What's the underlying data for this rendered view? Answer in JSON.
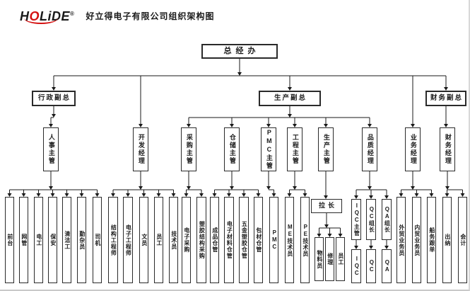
{
  "header": {
    "logo_prefix": "H",
    "logo_o": "O",
    "logo_suffix": "LiDE",
    "logo_reg": "®",
    "title": "好立得电子有限公司组织架构图",
    "accent_color": "#d41111"
  },
  "chart": {
    "nodes": [
      {
        "id": "zjb",
        "label": "总经办",
        "level": 1
      },
      {
        "id": "xzfz",
        "label": "行政副总",
        "level": 2
      },
      {
        "id": "scfz",
        "label": "生产副总",
        "level": 2
      },
      {
        "id": "cwfz",
        "label": "财务副总",
        "level": 2
      },
      {
        "id": "rszg",
        "label": "人事主管",
        "level": 3
      },
      {
        "id": "kfjl",
        "label": "开发经理",
        "level": 3
      },
      {
        "id": "cgzg",
        "label": "采购主管",
        "level": 3
      },
      {
        "id": "czzg",
        "label": "仓储主管",
        "level": 3
      },
      {
        "id": "pmczg",
        "label": "PMC主管",
        "level": 3
      },
      {
        "id": "gczg",
        "label": "工程主管",
        "level": 3
      },
      {
        "id": "sczg",
        "label": "生产主管",
        "level": 3
      },
      {
        "id": "pzjl",
        "label": "品质经理",
        "level": 3
      },
      {
        "id": "ywjl",
        "label": "业务经理",
        "level": 3
      },
      {
        "id": "cwjl",
        "label": "财务经理",
        "level": 3
      },
      {
        "id": "qiantai",
        "label": "前台",
        "level": 4
      },
      {
        "id": "wangguan",
        "label": "网管",
        "level": 4
      },
      {
        "id": "diangong",
        "label": "电工",
        "level": 4
      },
      {
        "id": "baoan",
        "label": "保安",
        "level": 4
      },
      {
        "id": "qingjiegong",
        "label": "清洁工",
        "level": 4
      },
      {
        "id": "qinzayuan",
        "label": "勤杂员",
        "level": 4
      },
      {
        "id": "siji",
        "label": "司机",
        "level": 4
      },
      {
        "id": "jggcs",
        "label": "结构工程师",
        "level": 4
      },
      {
        "id": "dzgcs",
        "label": "电子工程师",
        "level": 4
      },
      {
        "id": "wenyuan",
        "label": "文员",
        "level": 4
      },
      {
        "id": "yuangong1",
        "label": "员工",
        "level": 4
      },
      {
        "id": "jishuyuan",
        "label": "技术员",
        "level": 4
      },
      {
        "id": "dzcg",
        "label": "电子采购",
        "level": 4
      },
      {
        "id": "sjjgcg",
        "label": "塑胶结构采购",
        "level": 4
      },
      {
        "id": "cpcg",
        "label": "成品仓管",
        "level": 4
      },
      {
        "id": "dzclcg",
        "label": "电子材料仓管",
        "level": 4
      },
      {
        "id": "wjsjcg",
        "label": "五金塑胶仓管",
        "level": 4
      },
      {
        "id": "bccg",
        "label": "包材仓管",
        "level": 4
      },
      {
        "id": "pmc",
        "label": "PMC",
        "level": 4
      },
      {
        "id": "mejsy",
        "label": "ME技术员",
        "level": 4
      },
      {
        "id": "pejsy",
        "label": "PE技术员",
        "level": 4
      },
      {
        "id": "lz",
        "label": "拉长",
        "level": 4
      },
      {
        "id": "wlyuan",
        "label": "物料员",
        "level": 5
      },
      {
        "id": "xiuli",
        "label": "修理",
        "level": 5
      },
      {
        "id": "yuangong2",
        "label": "员工",
        "level": 5
      },
      {
        "id": "iqczg",
        "label": "IQC主管",
        "level": 4
      },
      {
        "id": "qczz",
        "label": "QC组长",
        "level": 4
      },
      {
        "id": "qazz",
        "label": "QA组长",
        "level": 4
      },
      {
        "id": "iqc",
        "label": "IQC",
        "level": 5
      },
      {
        "id": "qc",
        "label": "QC",
        "level": 5
      },
      {
        "id": "qa",
        "label": "QA",
        "level": 5
      },
      {
        "id": "wmywy",
        "label": "外贸业务员",
        "level": 4
      },
      {
        "id": "nmywy",
        "label": "内贸业务员",
        "level": 4
      },
      {
        "id": "cwgd",
        "label": "船务跟单",
        "level": 4
      },
      {
        "id": "chuna",
        "label": "出纳",
        "level": 4
      },
      {
        "id": "kuaiji",
        "label": "会计",
        "level": 4
      }
    ],
    "edges": [
      {
        "parent": "zjb",
        "children": [
          "xzfz",
          "kfjl",
          "scfz",
          "ywjl",
          "cwfz"
        ]
      },
      {
        "parent": "xzfz",
        "children": [
          "rszg"
        ]
      },
      {
        "parent": "scfz",
        "children": [
          "cgzg",
          "czzg",
          "pmczg",
          "gczg",
          "sczg",
          "pzjl"
        ]
      },
      {
        "parent": "cwfz",
        "children": [
          "cwjl"
        ]
      },
      {
        "parent": "rszg",
        "children": [
          "qiantai",
          "wangguan",
          "diangong",
          "baoan",
          "qingjiegong",
          "qinzayuan",
          "siji"
        ]
      },
      {
        "parent": "kfjl",
        "children": [
          "jggcs",
          "dzgcs",
          "wenyuan",
          "yuangong1",
          "jishuyuan"
        ]
      },
      {
        "parent": "cgzg",
        "children": [
          "dzcg",
          "sjjgcg"
        ]
      },
      {
        "parent": "czzg",
        "children": [
          "cpcg",
          "dzclcg",
          "wjsjcg",
          "bccg"
        ]
      },
      {
        "parent": "pmczg",
        "children": [
          "pmc"
        ]
      },
      {
        "parent": "gczg",
        "children": [
          "mejsy",
          "pejsy"
        ]
      },
      {
        "parent": "sczg",
        "children": [
          "lz"
        ]
      },
      {
        "parent": "pzjl",
        "children": [
          "iqczg",
          "qczz",
          "qazz"
        ]
      },
      {
        "parent": "ywjl",
        "children": [
          "wmywy",
          "nmywy",
          "cwgd"
        ]
      },
      {
        "parent": "cwjl",
        "children": [
          "chuna",
          "kuaiji"
        ]
      },
      {
        "parent": "lz",
        "children": [
          "wlyuan",
          "xiuli",
          "yuangong2"
        ]
      },
      {
        "parent": "iqczg",
        "children": [
          "iqc"
        ]
      },
      {
        "parent": "qczz",
        "children": [
          "qc"
        ]
      },
      {
        "parent": "qazz",
        "children": [
          "qa"
        ]
      }
    ]
  }
}
